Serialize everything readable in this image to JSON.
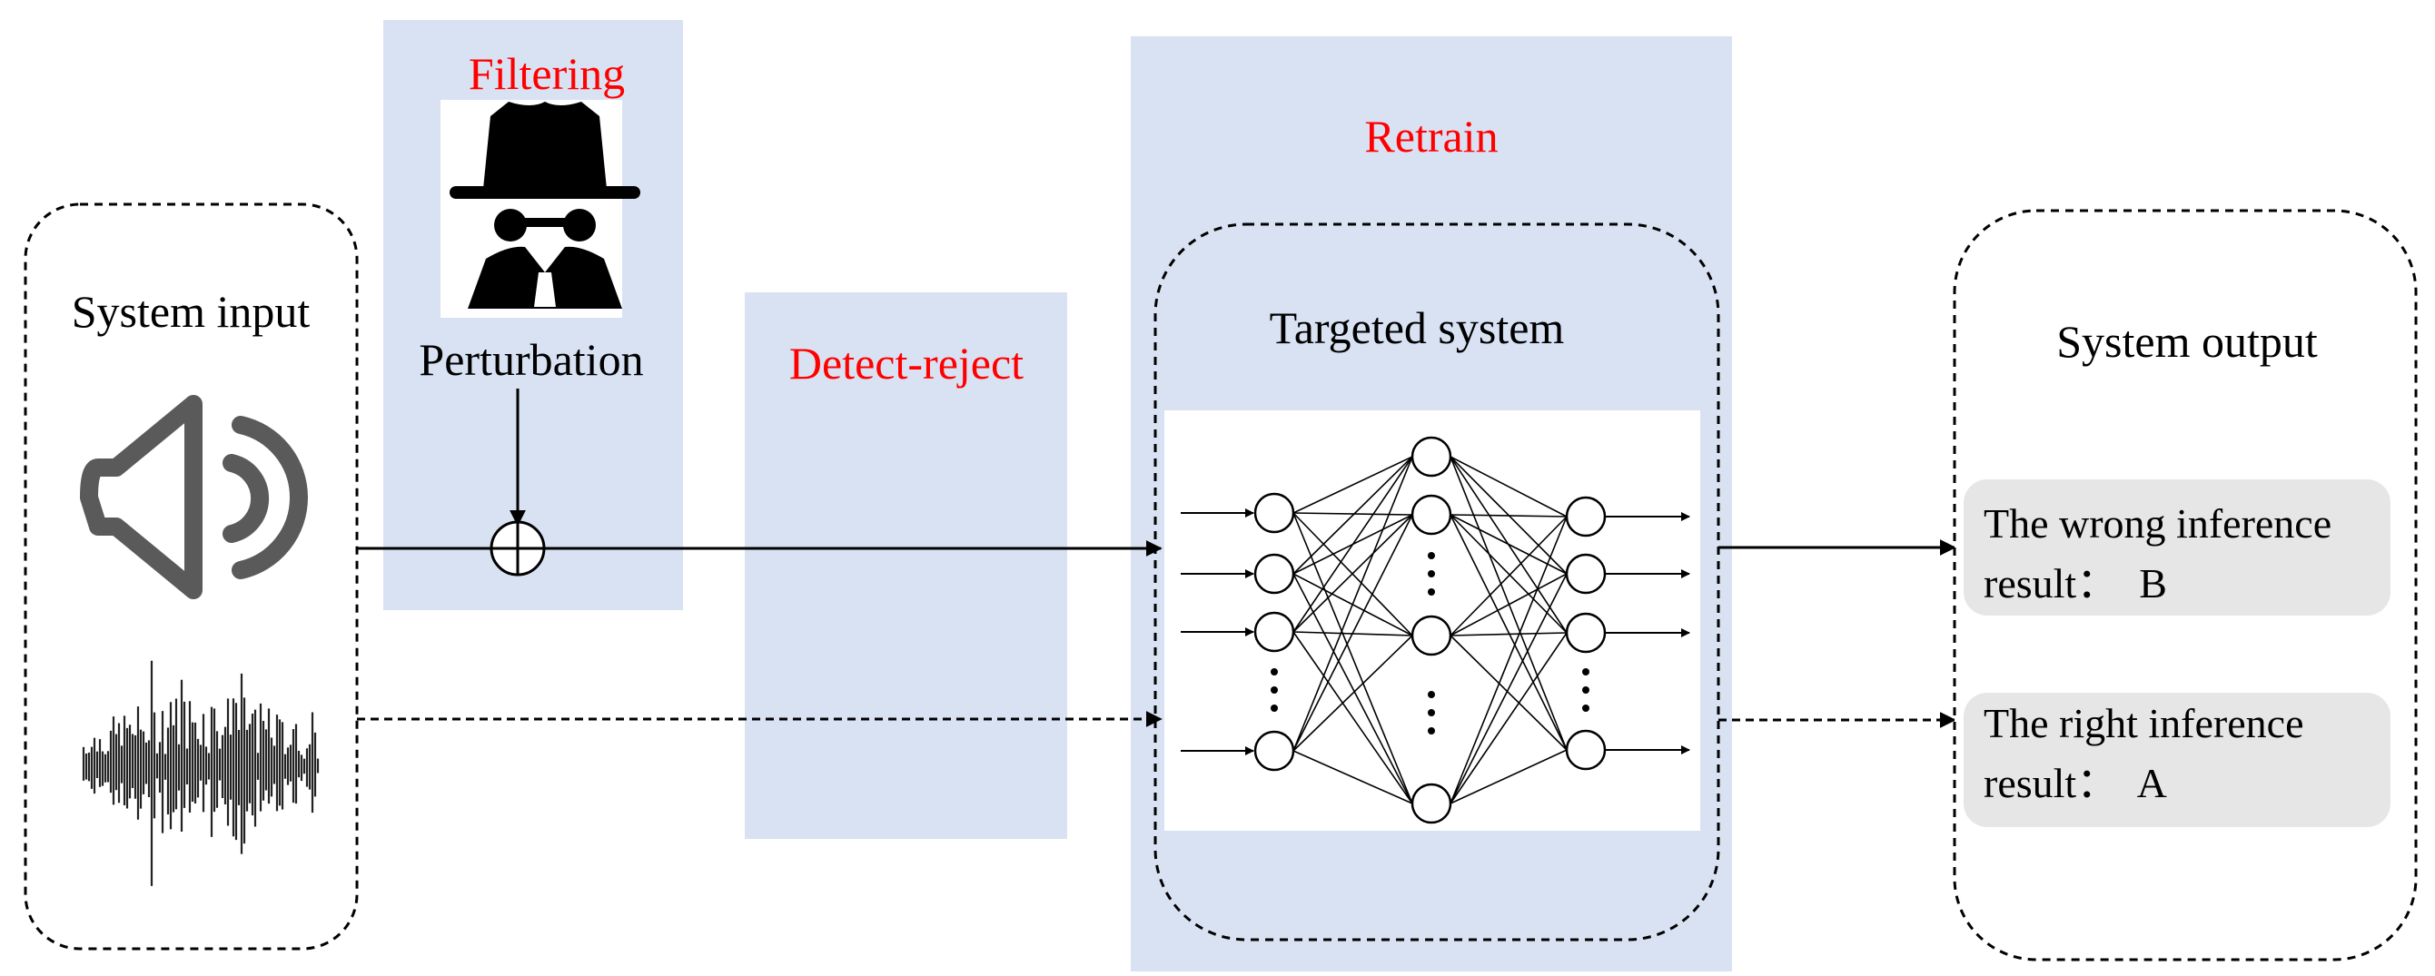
{
  "input_box": {
    "title": "System input"
  },
  "defenses": {
    "filtering": {
      "label": "Filtering"
    },
    "detect_reject": {
      "label": "Detect-reject"
    },
    "retrain": {
      "label": "Retrain"
    }
  },
  "perturbation": {
    "label": "Perturbation",
    "icon": "spy-icon"
  },
  "target_system": {
    "title": "Targeted system"
  },
  "output_box": {
    "title": "System output",
    "wrong": {
      "line1": "The wrong inference",
      "line2": "result：  B"
    },
    "right": {
      "line1": "The right inference",
      "line2": "result：  A"
    }
  },
  "colors": {
    "defense_fill": "#d9e2f3",
    "defense_text": "#ff0000",
    "result_fill": "#e7e6e6",
    "icon_gray": "#5a5a5a",
    "text": "#000000"
  }
}
